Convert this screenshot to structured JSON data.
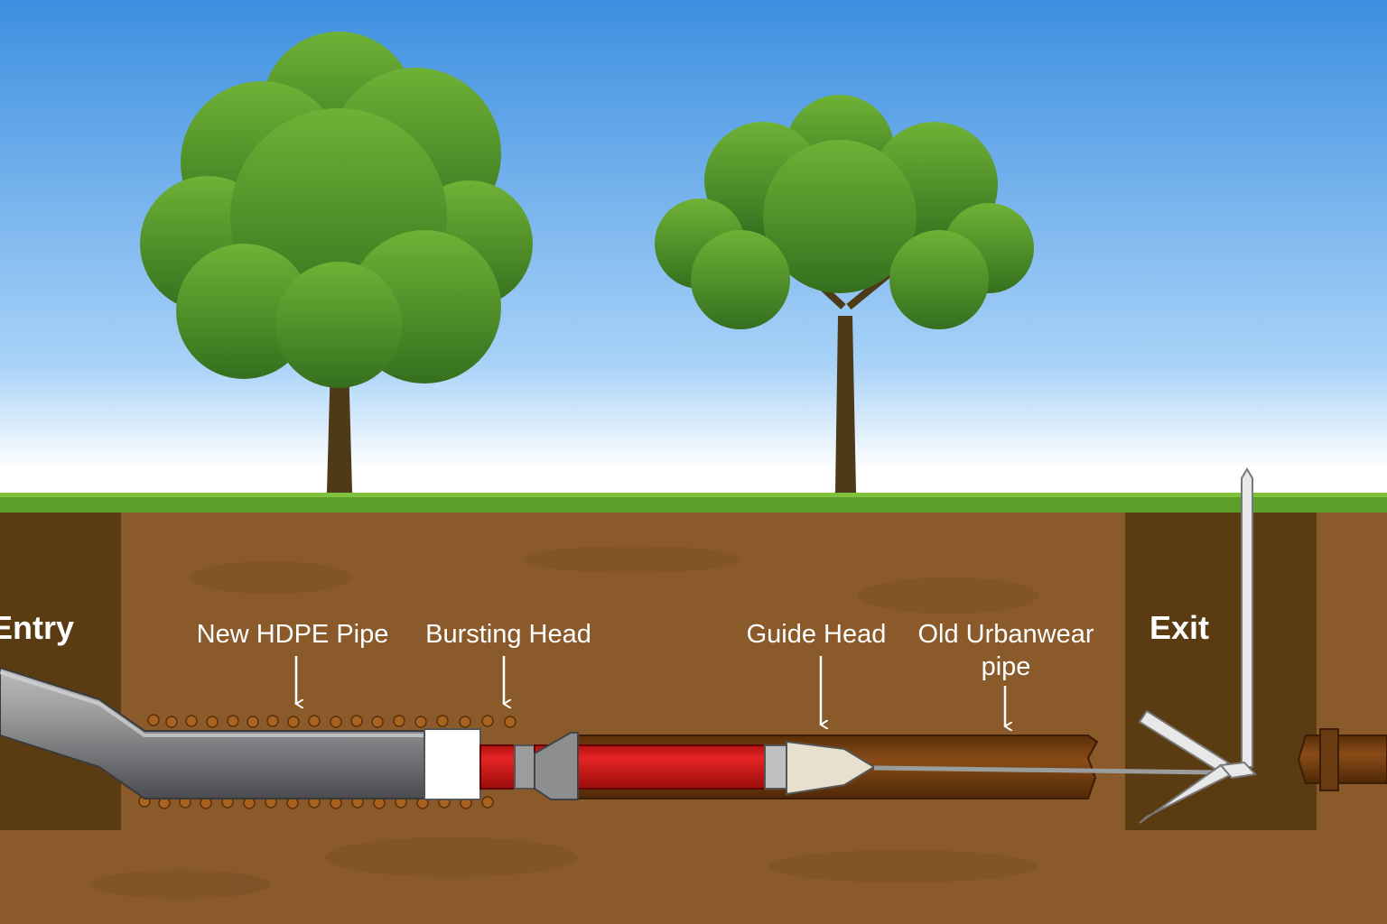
{
  "labels": {
    "entry": "Entry",
    "exit": "Exit",
    "new_pipe": "New HDPE Pipe",
    "bursting_head": "Bursting Head",
    "guide_head": "Guide Head",
    "old_pipe_line1": "Old Urbanwear",
    "old_pipe_line2": "pipe"
  },
  "colors": {
    "sky_top": "#3d8fe0",
    "sky_bottom": "#ffffff",
    "grass": "#5e9e2a",
    "soil": "#8a5a2b",
    "pit": "#5a3b12",
    "hdpe_pipe": "#8c8e90",
    "bursting_head": "#d91c1c",
    "old_pipe": "#7a4212",
    "guide_rod": "#e6e6e6"
  }
}
